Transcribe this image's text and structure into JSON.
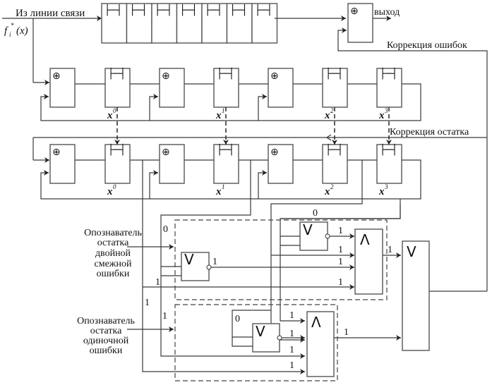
{
  "labels": {
    "input_line": "Из линии связи",
    "input_func": "f",
    "input_func_sub": "i",
    "input_func_sup": "*",
    "input_func_arg": "(x)",
    "output": "выход",
    "error_correction": "Коррекция ошибок",
    "remainder_correction": "Коррекция остатка",
    "double_error_detector": [
      "Опознаватель",
      "остатка",
      "двойной",
      "смежной",
      "ошибки"
    ],
    "single_error_detector": [
      "Опознаватель",
      "остатка",
      "одиночной",
      "ошибки"
    ]
  },
  "symbols": {
    "xor": "⊕",
    "delay": "⊢⊣",
    "or": "V",
    "and": "Λ",
    "var": "x"
  },
  "register_powers": [
    "0",
    "1",
    "2",
    "3"
  ],
  "buffer_cells": 7,
  "logic_values": {
    "zero": "0",
    "one": "1"
  }
}
